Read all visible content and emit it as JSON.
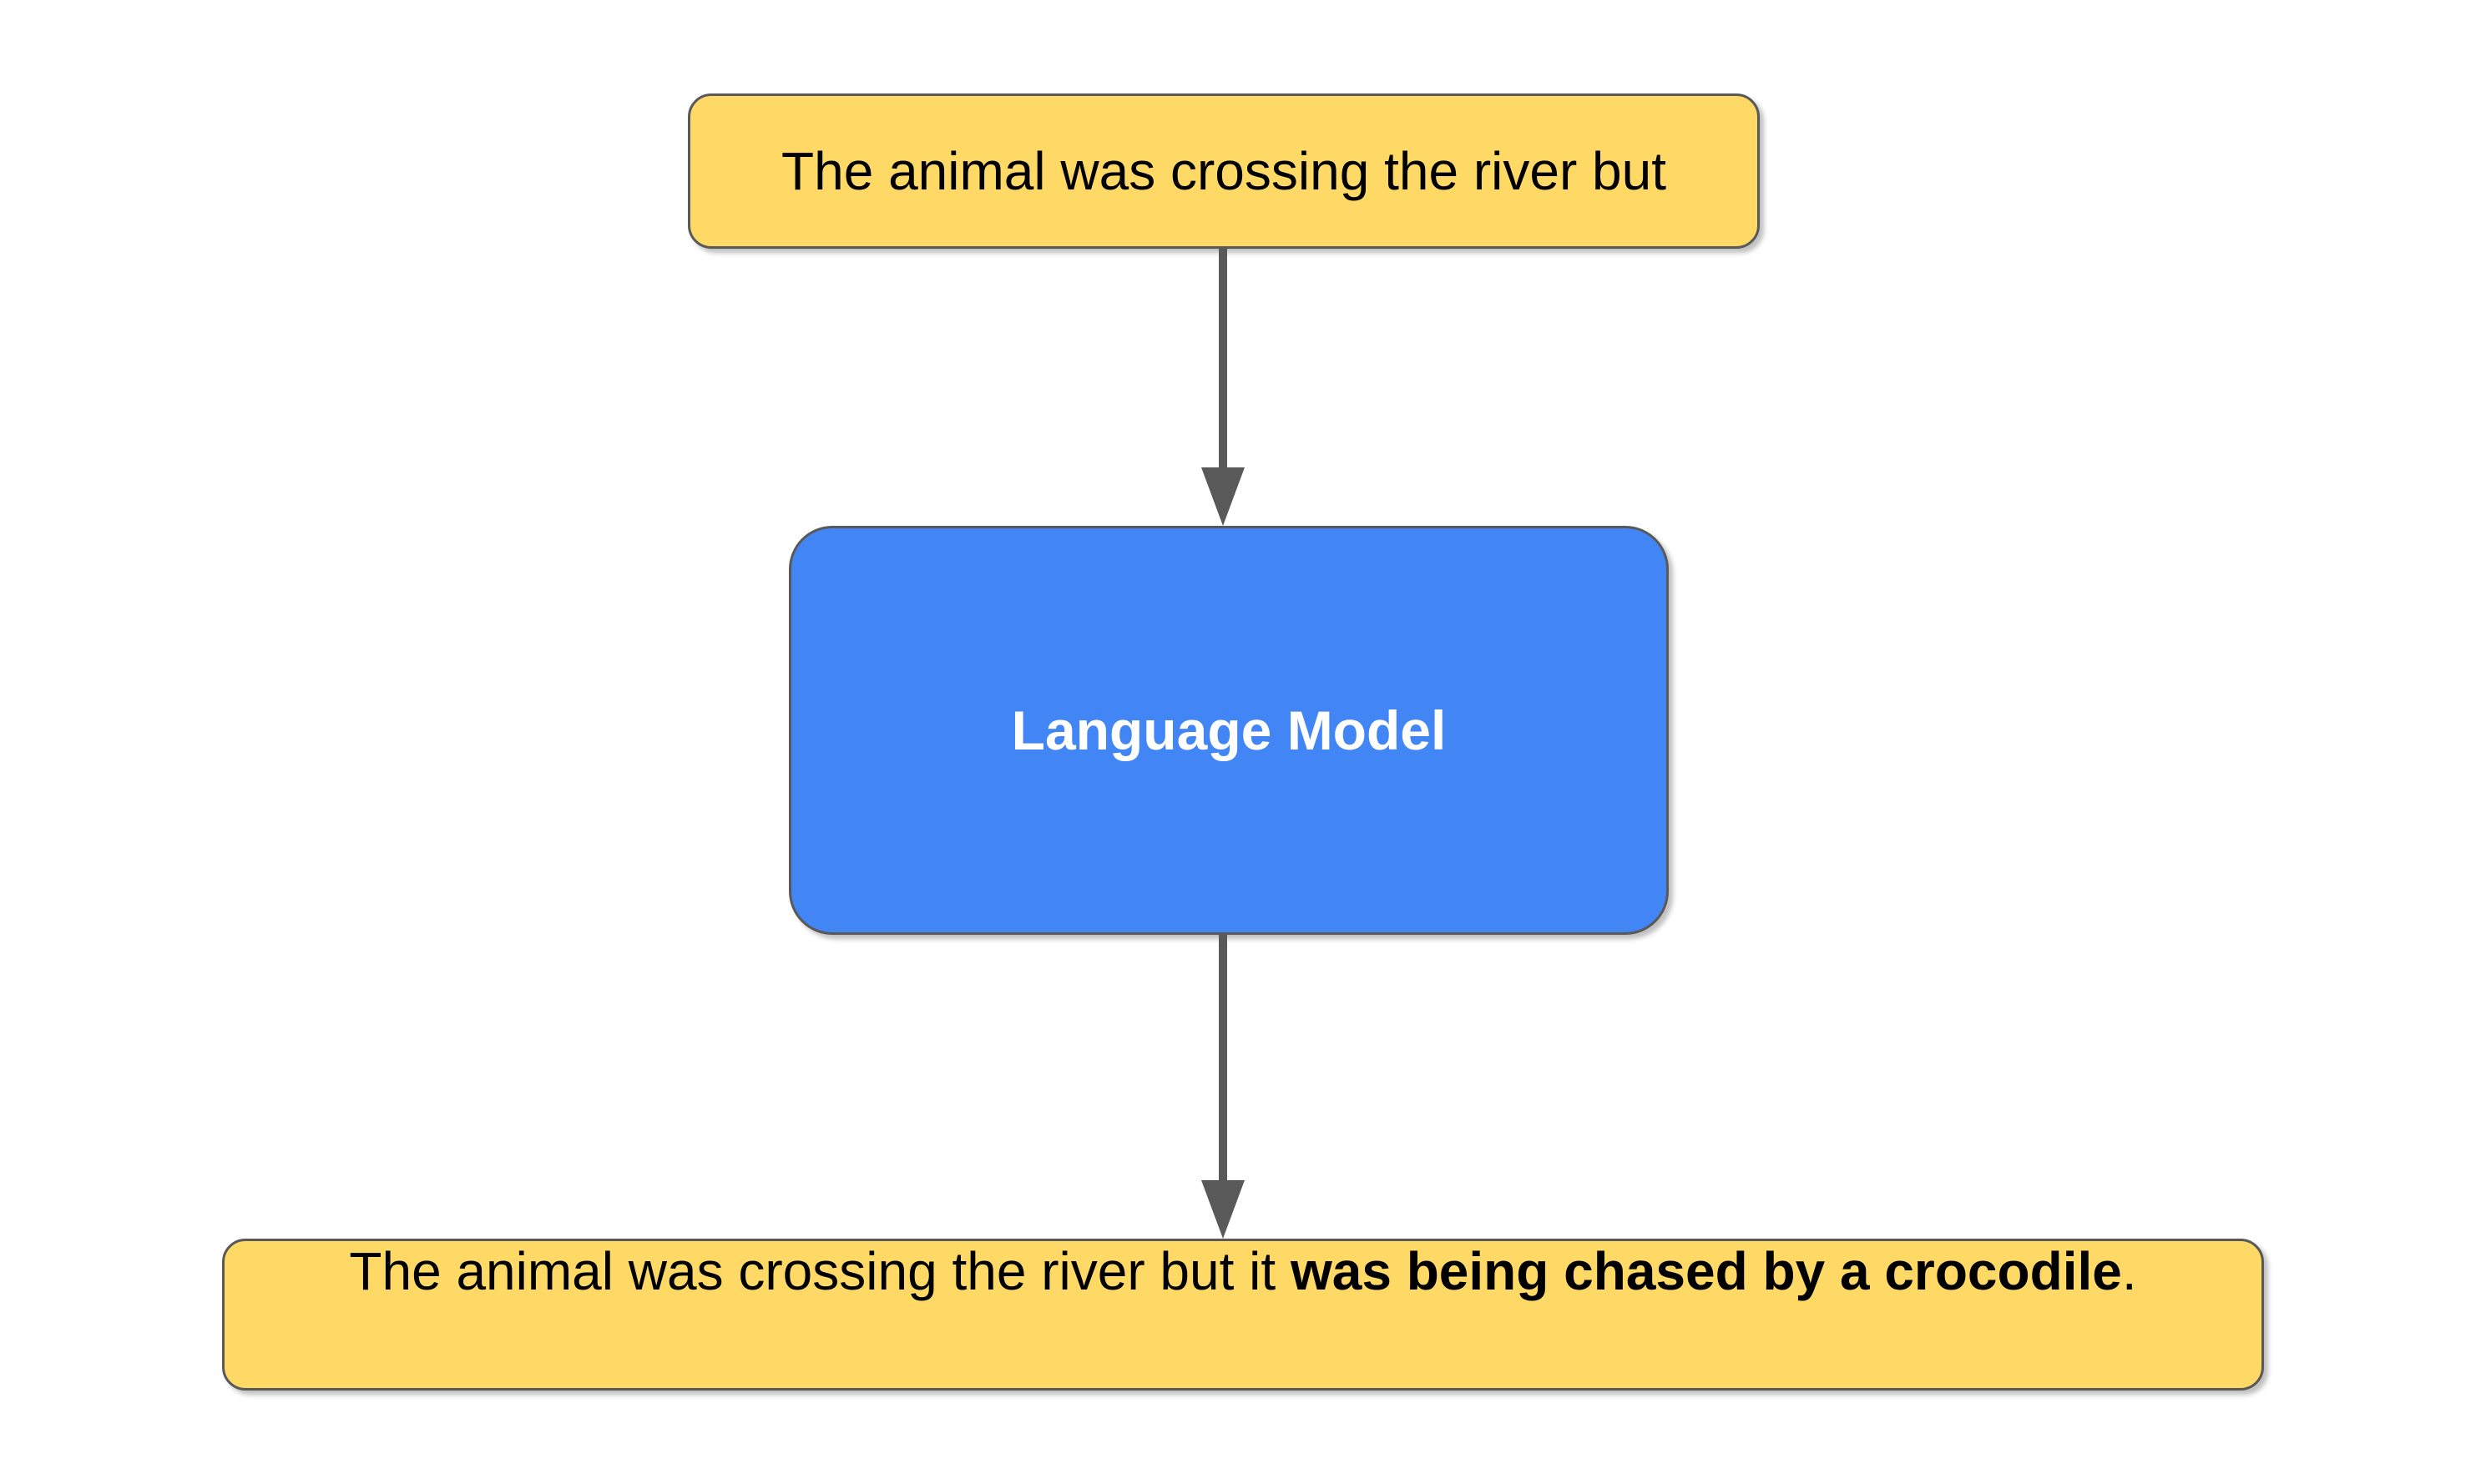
{
  "colors": {
    "background": "#ffffff",
    "box_yellow": "#ffd966",
    "box_blue": "#4285f4",
    "border_gray": "#595959",
    "arrow_gray": "#595959",
    "text_dark": "#000000",
    "text_light": "#ffffff"
  },
  "diagram": {
    "input_box": {
      "text": "The animal was crossing the river but"
    },
    "model_box": {
      "label": "Language Model"
    },
    "output_box": {
      "prefix": "The animal was crossing the river but it ",
      "bold": "was being chased by a crocodile",
      "suffix": "."
    }
  }
}
